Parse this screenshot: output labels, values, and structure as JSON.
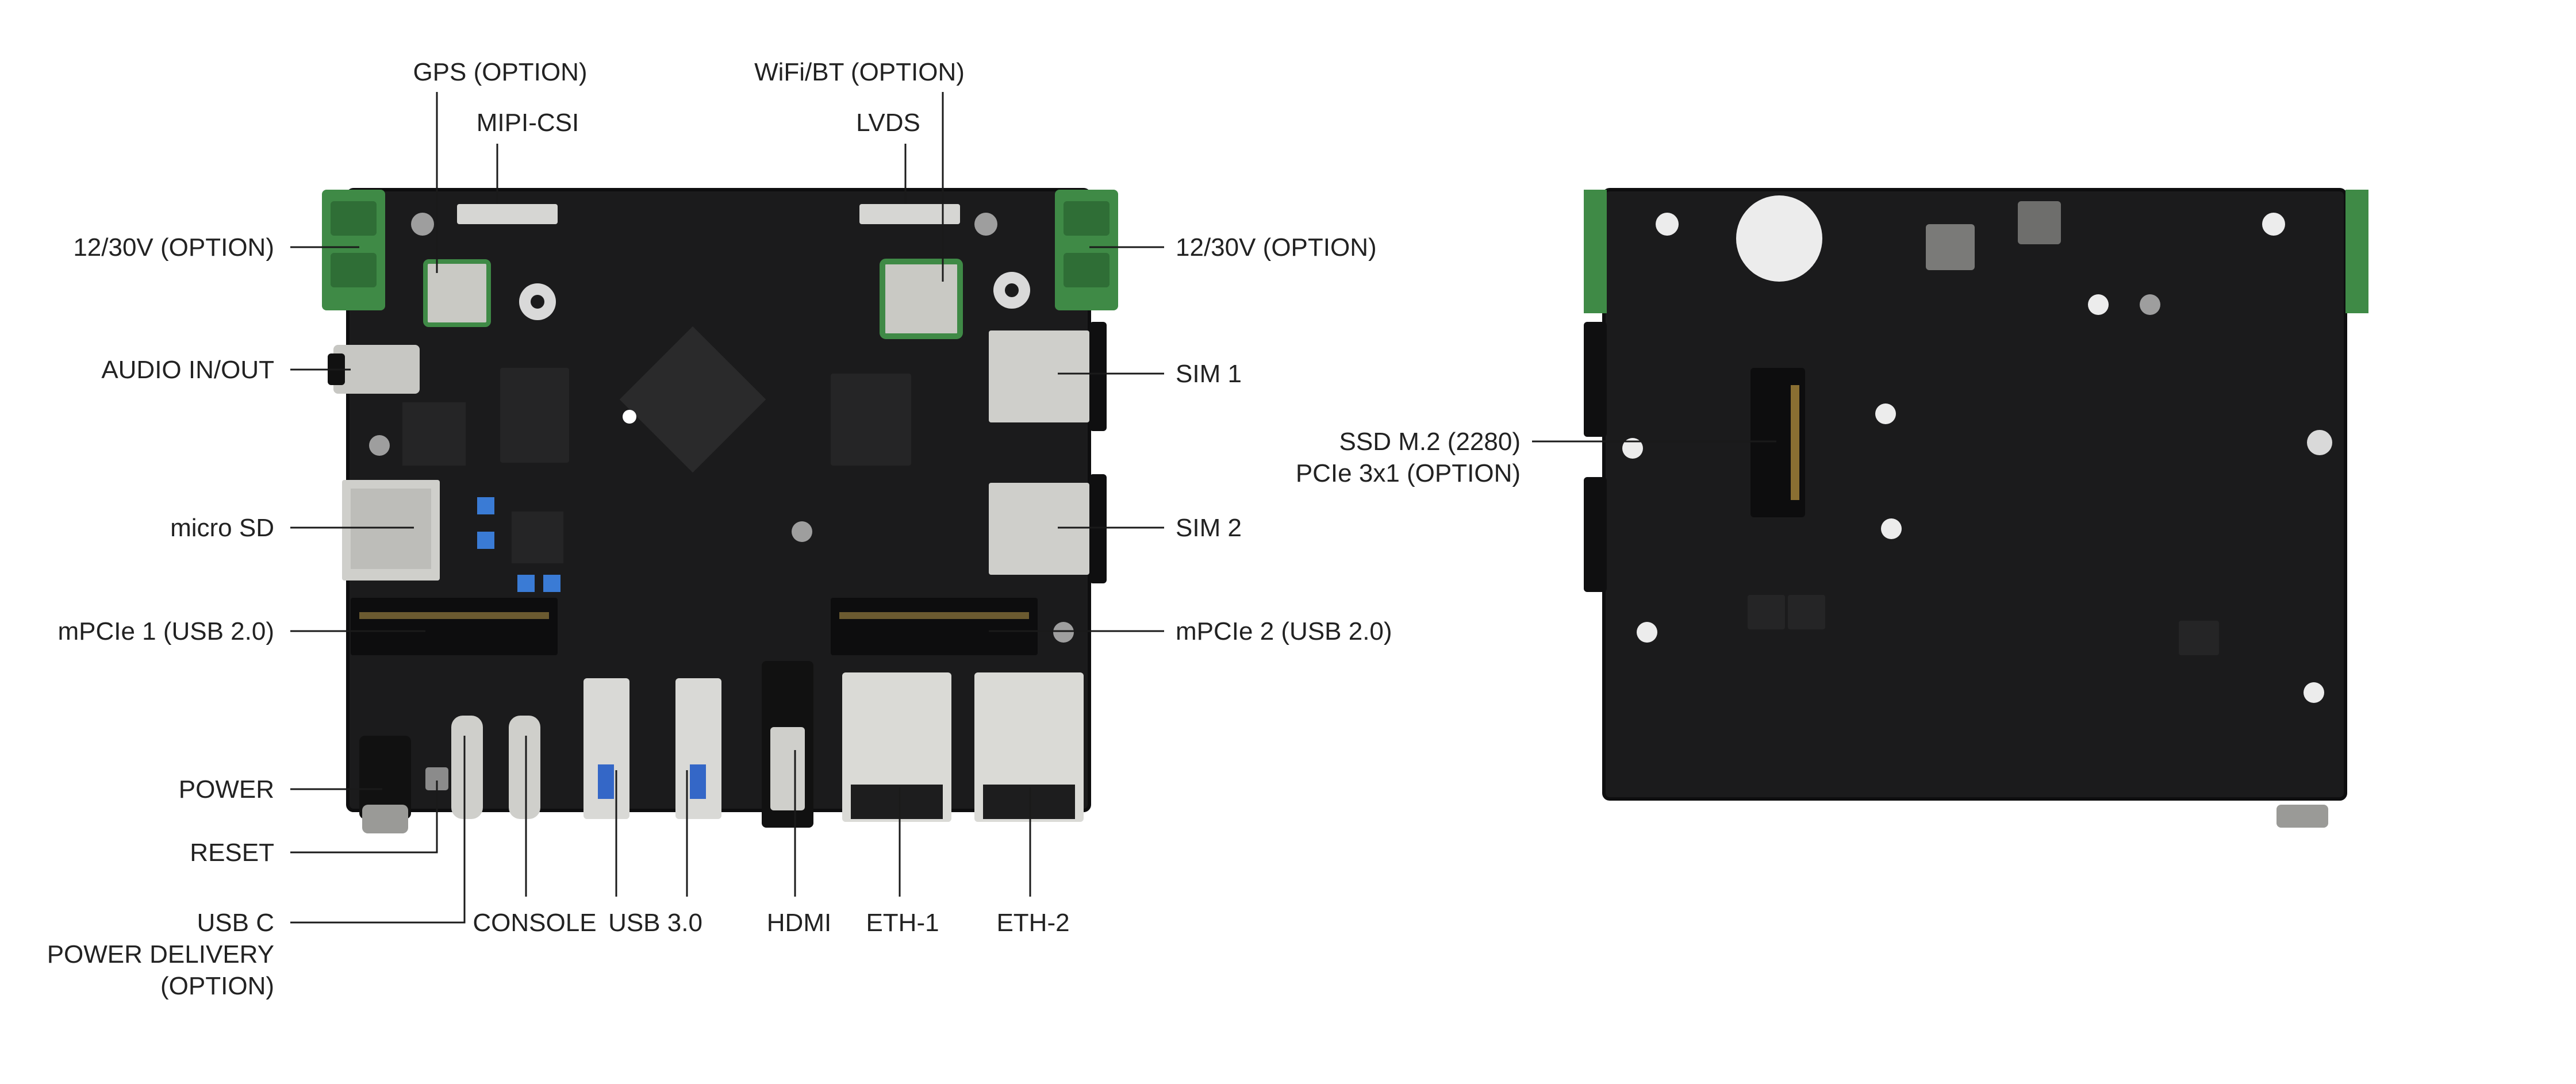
{
  "colors": {
    "pcb": "#1b1b1c",
    "pcb_edge": "#0e0e0f",
    "terminal_green": "#3f8a46",
    "metal": "#d6d6d3",
    "metal_dark": "#9a9a97",
    "text": "#222222"
  },
  "front_labels": {
    "gps": "GPS (OPTION)",
    "mipi_csi": "MIPI-CSI",
    "wifi_bt": "WiFi/BT (OPTION)",
    "lvds": "LVDS",
    "power_in_left": "12/30V (OPTION)",
    "power_in_right": "12/30V (OPTION)",
    "audio": "AUDIO IN/OUT",
    "sim1": "SIM 1",
    "sim2": "SIM 2",
    "micro_sd": "micro SD",
    "mpcie1": "mPCIe 1 (USB 2.0)",
    "mpcie2": "mPCIe 2 (USB 2.0)",
    "power": "POWER",
    "reset": "RESET",
    "usbc_line1": "USB C",
    "usbc_line2": "POWER DELIVERY",
    "usbc_line3": "(OPTION)",
    "console": "CONSOLE",
    "usb3": "USB 3.0",
    "hdmi": "HDMI",
    "eth1": "ETH-1",
    "eth2": "ETH-2"
  },
  "back_labels": {
    "ssd_line1": "SSD M.2 (2280)",
    "ssd_line2": "PCIe 3x1 (OPTION)"
  }
}
